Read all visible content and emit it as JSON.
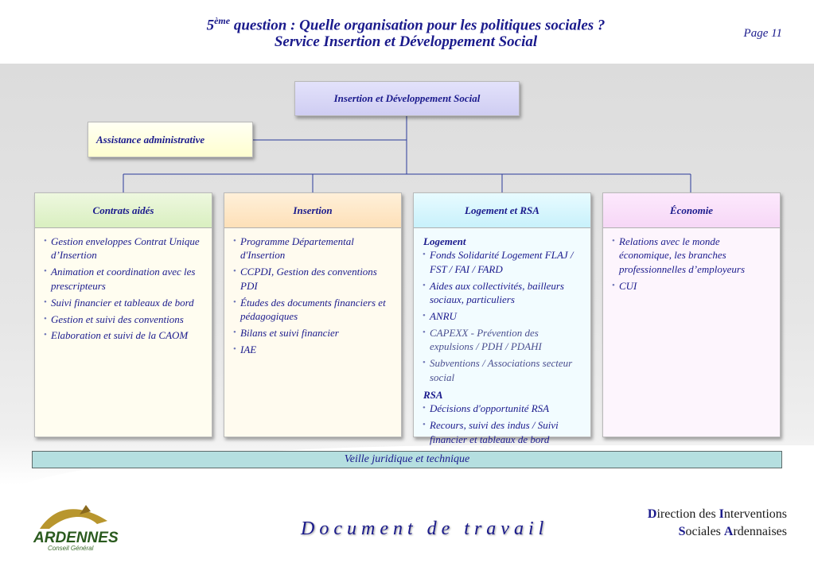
{
  "header": {
    "title_prefix": "5",
    "title_sup": "ème",
    "title_line1": " question : Quelle organisation pour les politiques sociales ?",
    "title_line2": "Service Insertion et Développement Social",
    "page": "Page 11"
  },
  "org": {
    "root": "Insertion et Développement Social",
    "assistance": "Assistance administrative",
    "columns": [
      {
        "title": "Contrats aidés",
        "items": [
          "Gestion enveloppes Contrat Unique d’Insertion",
          "Animation et coordination avec les prescripteurs",
          "Suivi financier et tableaux de bord",
          "Gestion et suivi des conventions",
          "Elaboration et suivi de la CAOM"
        ]
      },
      {
        "title": "Insertion",
        "items": [
          "Programme Départemental d'Insertion",
          "CCPDI, Gestion des conventions PDI",
          "Études des documents financiers et pédagogiques",
          "Bilans et suivi financier",
          "IAE"
        ]
      },
      {
        "title": "Logement et RSA",
        "section1": "Logement",
        "section1_items": [
          "Fonds Solidarité Logement FLAJ / FST / FAI / FARD",
          "Aides aux collectivités, bailleurs sociaux, particuliers",
          "ANRU",
          "CAPEXX - Prévention des expulsions / PDH / PDAHI",
          "Subventions / Associations secteur social"
        ],
        "section2": "RSA",
        "section2_items": [
          "Décisions d'opportunité RSA",
          "Recours, suivi des indus / Suivi financier et tableaux de bord"
        ]
      },
      {
        "title": "Économie",
        "items": [
          "Relations avec le monde économique, les branches professionnelles d’employeurs",
          "CUI"
        ]
      }
    ],
    "veille": "Veille juridique et technique"
  },
  "footer": {
    "logo_text": "ARDENNES",
    "logo_sub": "Conseil Général",
    "doc_label": "Document de travail",
    "dir_l1_a": "D",
    "dir_l1_b": "irection des ",
    "dir_l1_c": "I",
    "dir_l1_d": "nterventions",
    "dir_l2_a": "S",
    "dir_l2_b": "ociales ",
    "dir_l2_c": "A",
    "dir_l2_d": "rdennaises"
  },
  "colors": {
    "text_blue": "#1a1a8c",
    "connector": "#2a3a9a"
  }
}
